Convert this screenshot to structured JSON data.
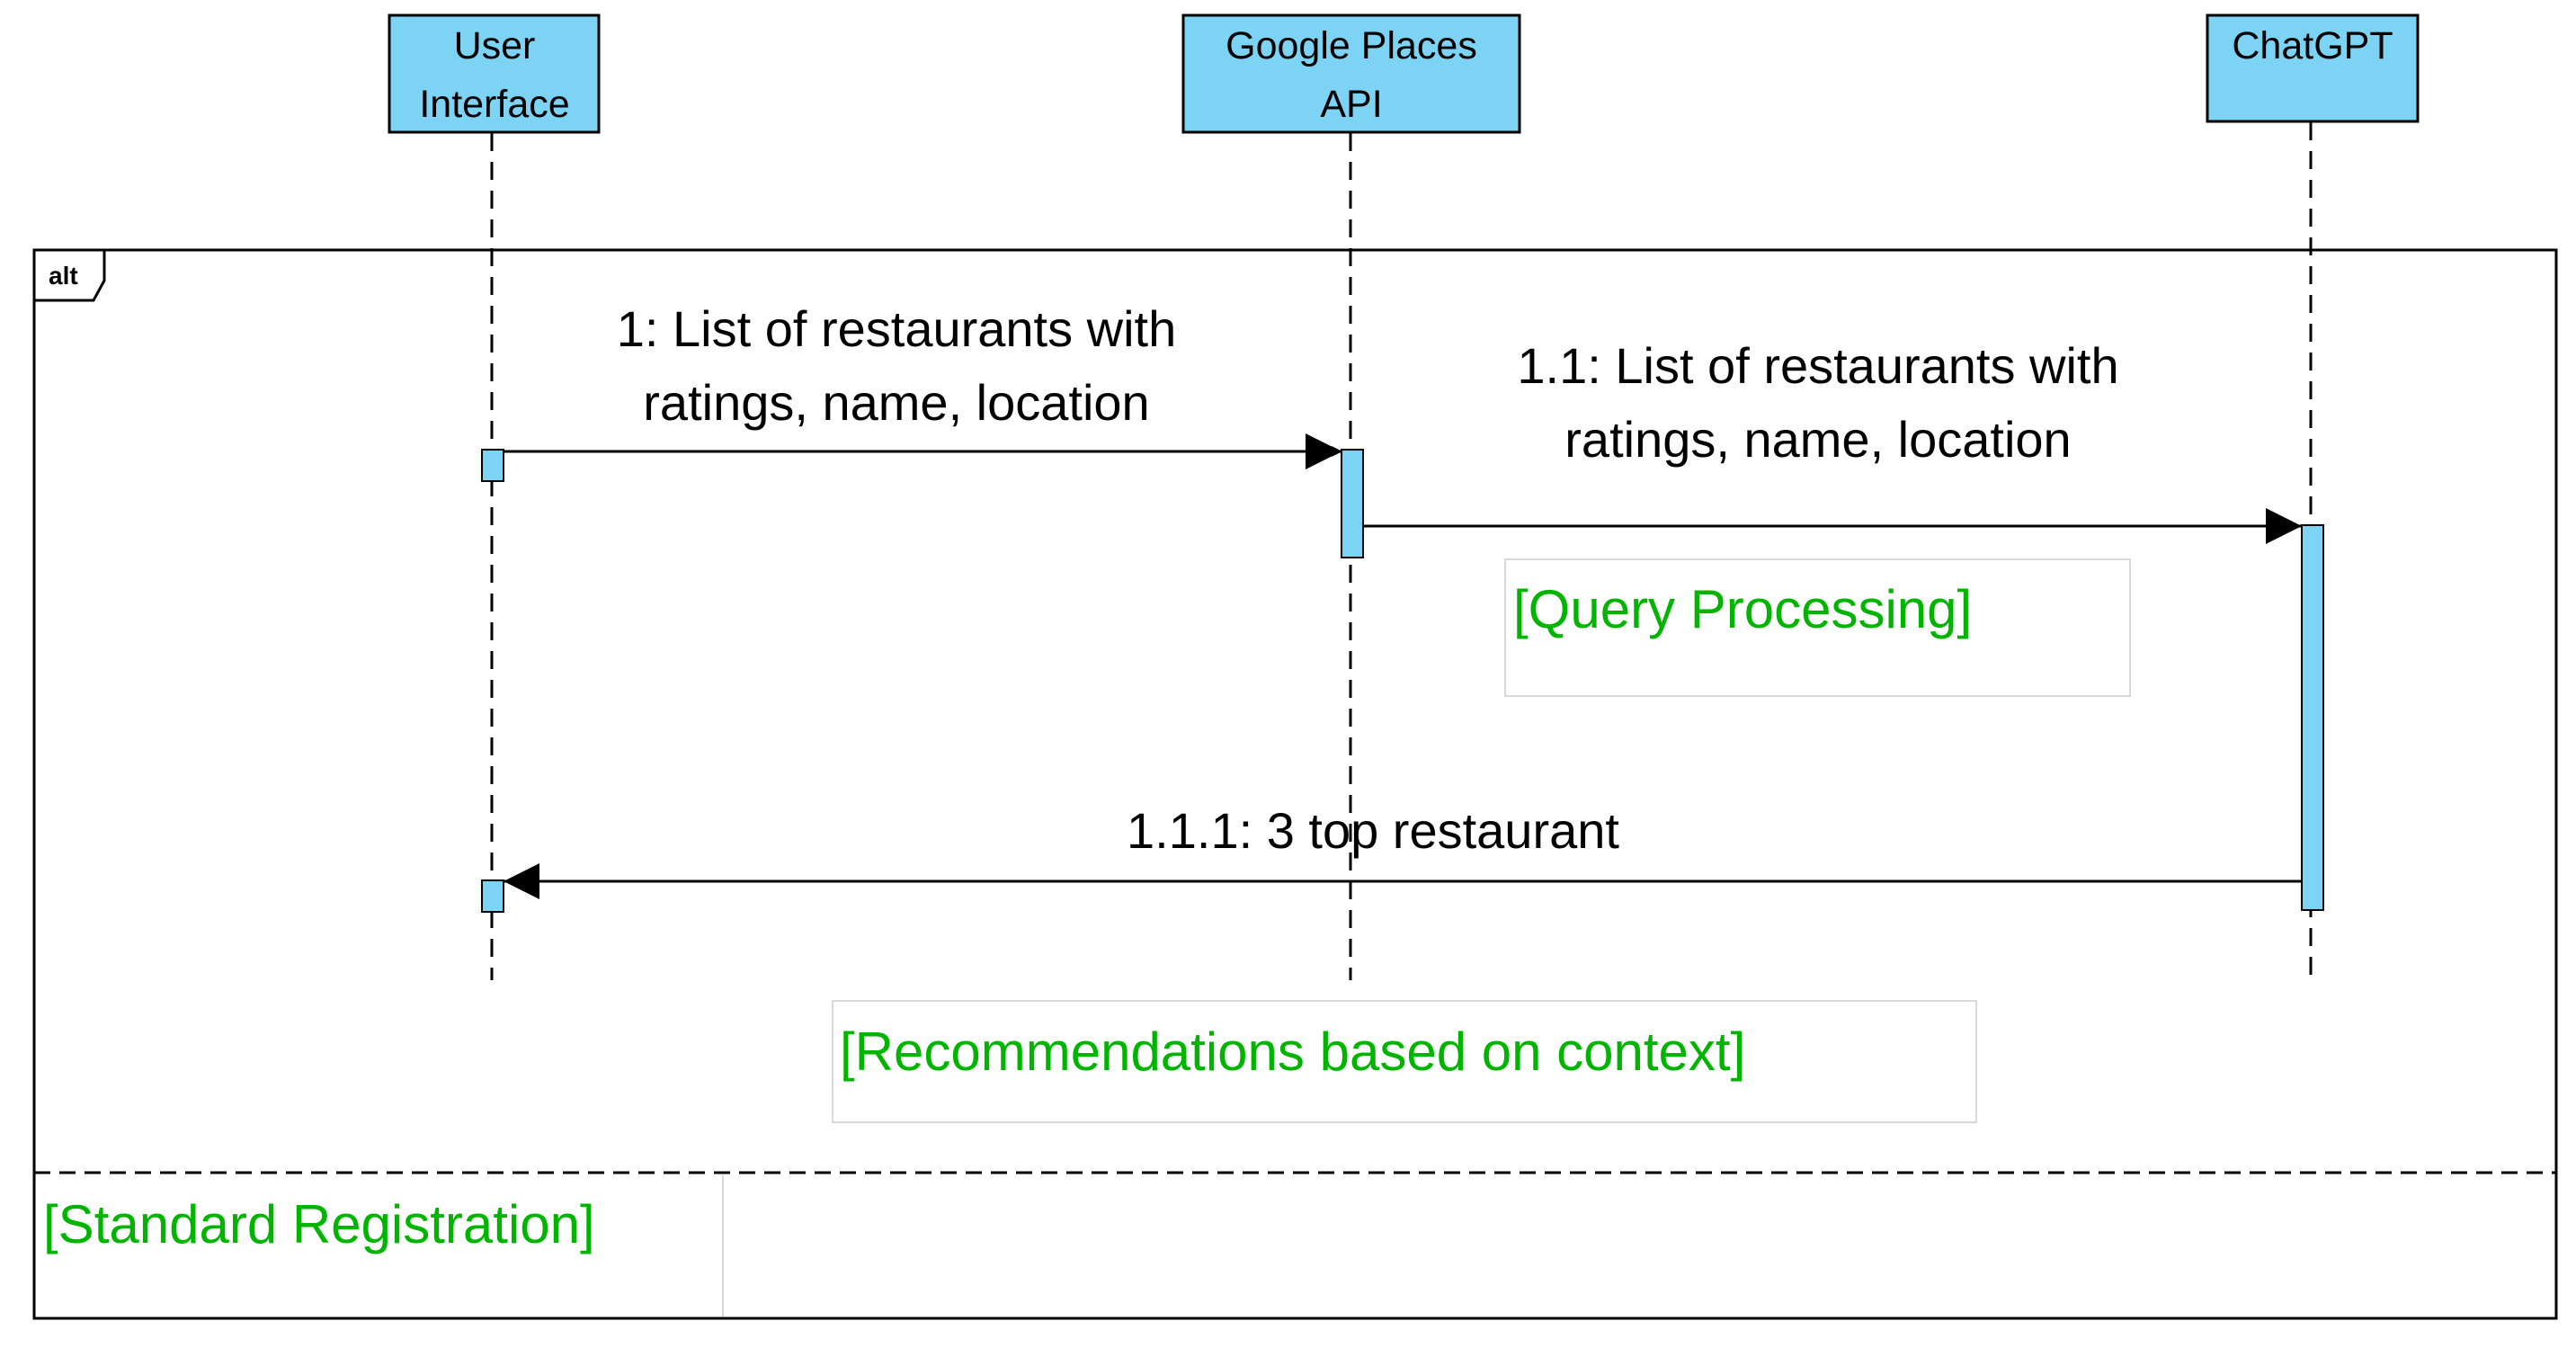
{
  "colors": {
    "lifeline_fill": "#7dd3f3",
    "guard_text": "#00b400",
    "line": "#000000",
    "frame_label": "#000000"
  },
  "participants": [
    {
      "id": "ui",
      "lines": [
        "User",
        "Interface"
      ]
    },
    {
      "id": "gplaces",
      "lines": [
        "Google Places",
        "API"
      ]
    },
    {
      "id": "chatgpt",
      "lines": [
        "ChatGPT"
      ]
    }
  ],
  "frame": {
    "operator": "alt"
  },
  "guards": {
    "query_processing": "[Query Processing]",
    "recommendations": "[Recommendations based on context]",
    "standard_registration": "[Standard Registration]"
  },
  "messages": [
    {
      "id": "m1",
      "from": "User Interface",
      "to": "Google Places API",
      "lines": [
        "1: List of restaurants with",
        "ratings, name, location"
      ]
    },
    {
      "id": "m2",
      "from": "Google Places API",
      "to": "ChatGPT",
      "lines": [
        "1.1: List of restaurants with",
        "ratings, name, location"
      ]
    },
    {
      "id": "m3",
      "from": "ChatGPT",
      "to": "User Interface",
      "lines": [
        "1.1.1: 3 top restaurant"
      ]
    }
  ]
}
